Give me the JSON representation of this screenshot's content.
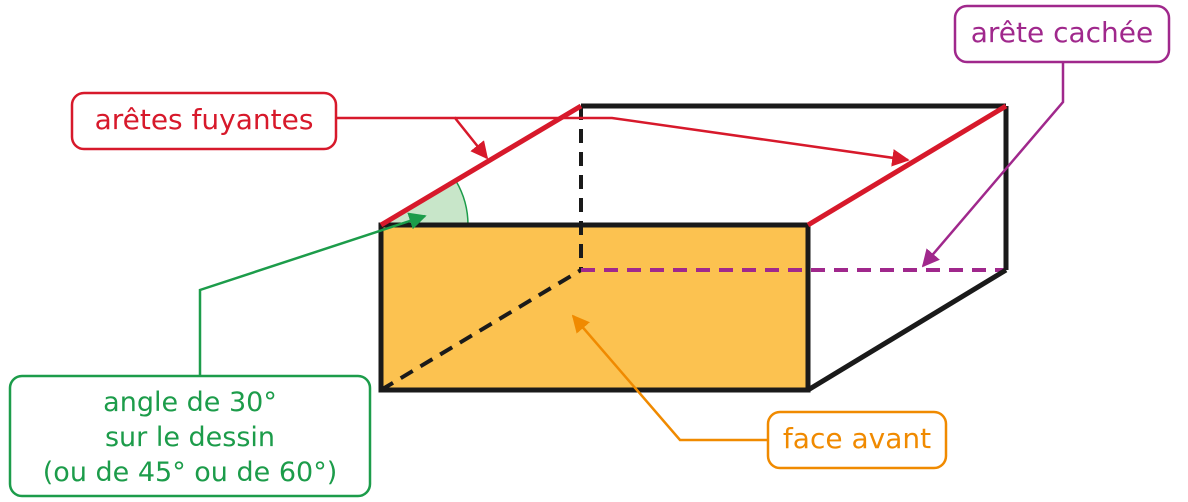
{
  "labels": {
    "aretes_fuyantes": "arêtes fuyantes",
    "arete_cachee": "arête cachée",
    "angle_line1": "angle de 30°",
    "angle_line2": "sur le dessin",
    "angle_line3": "(ou de 45° ou de 60°)",
    "face_avant": "face avant"
  },
  "colors": {
    "red": "#d7192b",
    "purple": "#a0288c",
    "green": "#1c9c4a",
    "orange": "#f08a00",
    "face_fill": "#fcc250",
    "angle_fill": "#c8e6c9",
    "edge": "#1a1a1a"
  }
}
